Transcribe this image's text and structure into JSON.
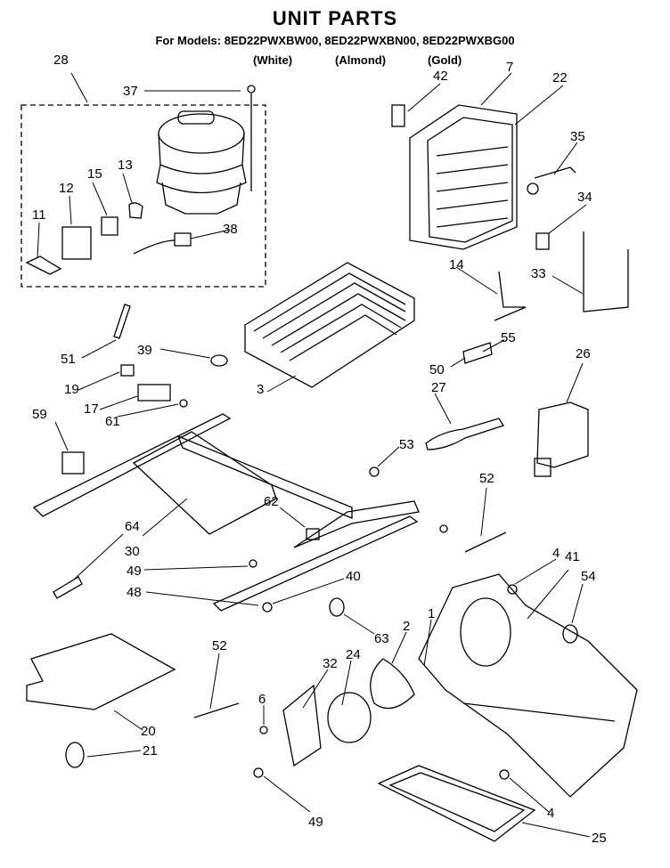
{
  "title": "UNIT PARTS",
  "models_line": "For Models: 8ED22PWXBW00, 8ED22PWXBN00, 8ED22PWXBG00",
  "variants": [
    "(White)",
    "(Almond)",
    "(Gold)"
  ],
  "callouts": [
    {
      "id": "c-28",
      "label": "28"
    },
    {
      "id": "c-37",
      "label": "37"
    },
    {
      "id": "c-13",
      "label": "13"
    },
    {
      "id": "c-15",
      "label": "15"
    },
    {
      "id": "c-12",
      "label": "12"
    },
    {
      "id": "c-11",
      "label": "11"
    },
    {
      "id": "c-38",
      "label": "38"
    },
    {
      "id": "c-42",
      "label": "42"
    },
    {
      "id": "c-7",
      "label": "7"
    },
    {
      "id": "c-22",
      "label": "22"
    },
    {
      "id": "c-35",
      "label": "35"
    },
    {
      "id": "c-34",
      "label": "34"
    },
    {
      "id": "c-14",
      "label": "14"
    },
    {
      "id": "c-33",
      "label": "33"
    },
    {
      "id": "c-51",
      "label": "51"
    },
    {
      "id": "c-39",
      "label": "39"
    },
    {
      "id": "c-19",
      "label": "19"
    },
    {
      "id": "c-17",
      "label": "17"
    },
    {
      "id": "c-61",
      "label": "61"
    },
    {
      "id": "c-3",
      "label": "3"
    },
    {
      "id": "c-50",
      "label": "50"
    },
    {
      "id": "c-55",
      "label": "55"
    },
    {
      "id": "c-26",
      "label": "26"
    },
    {
      "id": "c-27",
      "label": "27"
    },
    {
      "id": "c-59",
      "label": "59"
    },
    {
      "id": "c-53",
      "label": "53"
    },
    {
      "id": "c-52a",
      "label": "52"
    },
    {
      "id": "c-62",
      "label": "62"
    },
    {
      "id": "c-64",
      "label": "64"
    },
    {
      "id": "c-30",
      "label": "30"
    },
    {
      "id": "c-49a",
      "label": "49"
    },
    {
      "id": "c-40",
      "label": "40"
    },
    {
      "id": "c-48",
      "label": "48"
    },
    {
      "id": "c-4a",
      "label": "4"
    },
    {
      "id": "c-41",
      "label": "41"
    },
    {
      "id": "c-54",
      "label": "54"
    },
    {
      "id": "c-63",
      "label": "63"
    },
    {
      "id": "c-2",
      "label": "2"
    },
    {
      "id": "c-1",
      "label": "1"
    },
    {
      "id": "c-52b",
      "label": "52"
    },
    {
      "id": "c-32",
      "label": "32"
    },
    {
      "id": "c-24",
      "label": "24"
    },
    {
      "id": "c-6",
      "label": "6"
    },
    {
      "id": "c-20",
      "label": "20"
    },
    {
      "id": "c-21",
      "label": "21"
    },
    {
      "id": "c-49b",
      "label": "49"
    },
    {
      "id": "c-4b",
      "label": "4"
    },
    {
      "id": "c-25",
      "label": "25"
    }
  ]
}
